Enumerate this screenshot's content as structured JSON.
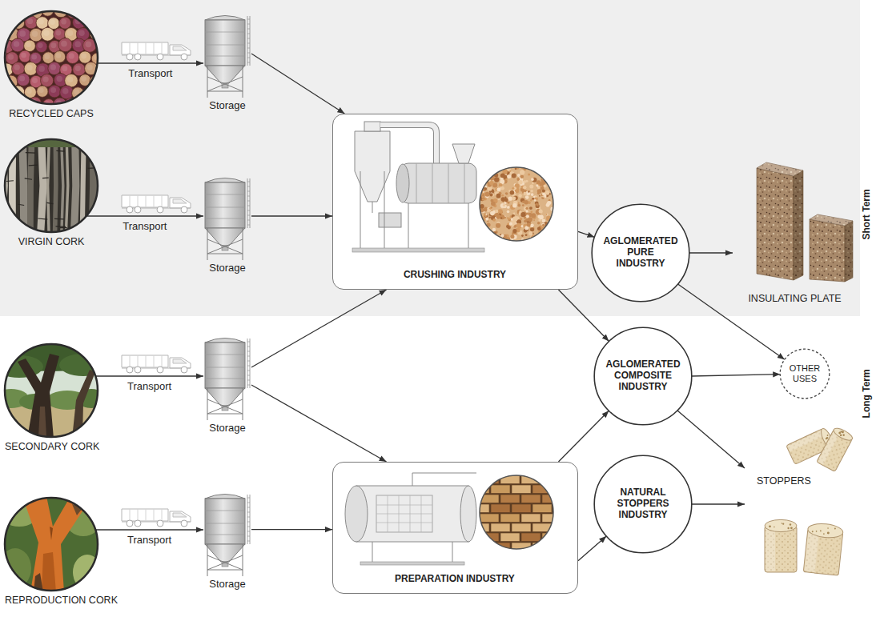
{
  "diagram": {
    "nodes": [
      {
        "text": [
          "RECYCLED CAPS"
        ]
      },
      {
        "text": [
          "Storage"
        ]
      },
      {
        "text": [
          "VIRGIN CORK"
        ]
      },
      {
        "text": [
          "Storage"
        ]
      },
      {
        "text": [
          "CRUSHING INDUSTRY"
        ]
      },
      {
        "text": [
          "AGLOMERATED PURE INDUSTRY"
        ]
      },
      {
        "text": [
          "INSULATING PLATE"
        ]
      },
      {
        "text": [
          "SECONDARY CORK"
        ]
      },
      {
        "text": [
          "Storage"
        ]
      },
      {
        "text": [
          "AGLOMERATED COMPOSITE INDUSTRY"
        ]
      },
      {
        "text": [
          "OTHER USES"
        ]
      },
      {
        "text": [
          "REPRODUCTION CORK"
        ]
      },
      {
        "text": [
          "Storage"
        ]
      },
      {
        "text": [
          "PREPARATION INDUSTRY"
        ]
      },
      {
        "text": [
          "NATURAL STOPPERS INDUSTRY"
        ]
      },
      {
        "text": [
          "STOPPERS"
        ]
      }
    ],
    "edges": [
      {
        "from": 0,
        "to": 1,
        "label": "Transport",
        "arrow": "to"
      },
      {
        "from": 2,
        "to": 3,
        "label": "Transport",
        "arrow": "to"
      },
      {
        "from": 7,
        "to": 8,
        "label": "Transport",
        "arrow": "to"
      },
      {
        "from": 11,
        "to": 12,
        "label": "Transport",
        "arrow": "to"
      },
      {
        "from": 1,
        "to": 4,
        "arrow": "to"
      },
      {
        "from": 3,
        "to": 4,
        "arrow": "to"
      },
      {
        "from": 8,
        "to": 4,
        "arrow": "to"
      },
      {
        "from": 8,
        "to": 13,
        "arrow": "to"
      },
      {
        "from": 12,
        "to": 13,
        "arrow": "to"
      },
      {
        "from": 4,
        "to": 5,
        "arrow": "to"
      },
      {
        "from": 4,
        "to": 9,
        "arrow": "to"
      },
      {
        "from": 13,
        "to": 9,
        "arrow": "to"
      },
      {
        "from": 13,
        "to": 14,
        "arrow": "to"
      },
      {
        "from": 5,
        "to": 6,
        "arrow": "to"
      },
      {
        "from": 5,
        "to": 10,
        "arrow": "to"
      },
      {
        "from": 9,
        "to": 10,
        "arrow": "to"
      },
      {
        "from": 9,
        "to": 15,
        "arrow": "to"
      },
      {
        "from": 14,
        "to": 15,
        "arrow": "to"
      }
    ],
    "labels": [
      "Short Term",
      "Long Term"
    ]
  }
}
